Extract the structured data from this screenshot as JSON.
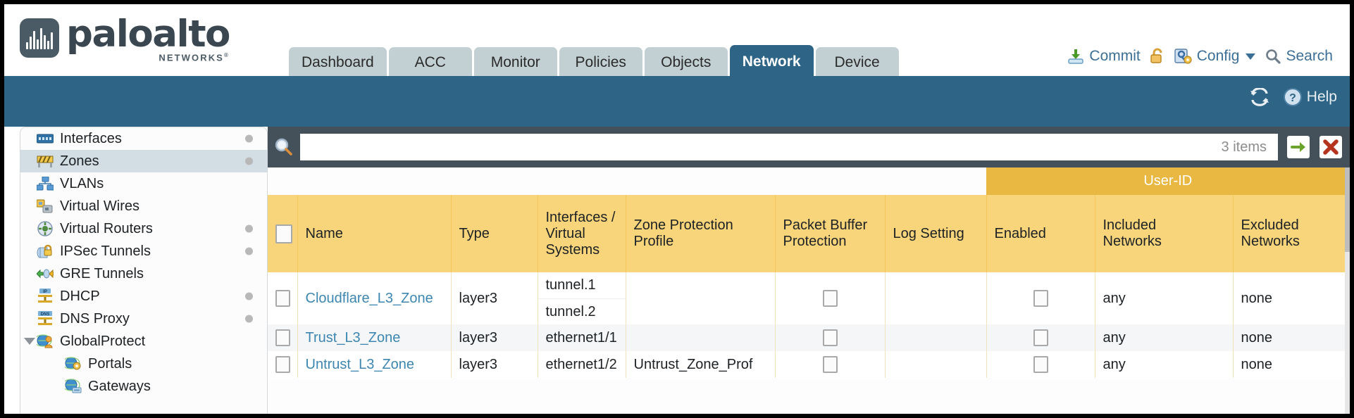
{
  "brand": {
    "name": "paloalto",
    "tagline": "NETWORKS",
    "registered": "®"
  },
  "nav": {
    "tabs": [
      {
        "label": "Dashboard",
        "active": false
      },
      {
        "label": "ACC",
        "active": false
      },
      {
        "label": "Monitor",
        "active": false
      },
      {
        "label": "Policies",
        "active": false
      },
      {
        "label": "Objects",
        "active": false
      },
      {
        "label": "Network",
        "active": true
      },
      {
        "label": "Device",
        "active": false
      }
    ]
  },
  "header_actions": {
    "commit": "Commit",
    "lock": "",
    "config": "Config",
    "search": "Search"
  },
  "blue_bar": {
    "help": "Help"
  },
  "sidebar": {
    "items": [
      {
        "label": "Interfaces",
        "icon": "interfaces-icon",
        "dot": true,
        "selected": false,
        "indent": false,
        "caret": false
      },
      {
        "label": "Zones",
        "icon": "zones-icon",
        "dot": true,
        "selected": true,
        "indent": false,
        "caret": false
      },
      {
        "label": "VLANs",
        "icon": "vlans-icon",
        "dot": false,
        "selected": false,
        "indent": false,
        "caret": false
      },
      {
        "label": "Virtual Wires",
        "icon": "virtual-wires-icon",
        "dot": false,
        "selected": false,
        "indent": false,
        "caret": false
      },
      {
        "label": "Virtual Routers",
        "icon": "virtual-routers-icon",
        "dot": true,
        "selected": false,
        "indent": false,
        "caret": false
      },
      {
        "label": "IPSec Tunnels",
        "icon": "ipsec-tunnels-icon",
        "dot": true,
        "selected": false,
        "indent": false,
        "caret": false
      },
      {
        "label": "GRE Tunnels",
        "icon": "gre-tunnels-icon",
        "dot": false,
        "selected": false,
        "indent": false,
        "caret": false
      },
      {
        "label": "DHCP",
        "icon": "dhcp-icon",
        "dot": true,
        "selected": false,
        "indent": false,
        "caret": false
      },
      {
        "label": "DNS Proxy",
        "icon": "dns-proxy-icon",
        "dot": true,
        "selected": false,
        "indent": false,
        "caret": false
      },
      {
        "label": "GlobalProtect",
        "icon": "globalprotect-icon",
        "dot": false,
        "selected": false,
        "indent": false,
        "caret": true
      },
      {
        "label": "Portals",
        "icon": "portals-icon",
        "dot": false,
        "selected": false,
        "indent": true,
        "caret": false
      },
      {
        "label": "Gateways",
        "icon": "gateways-icon",
        "dot": false,
        "selected": false,
        "indent": true,
        "caret": false
      }
    ]
  },
  "search": {
    "value": "",
    "placeholder": "",
    "items_count": "3 items",
    "apply_icon": "arrow-right-icon",
    "clear_icon": "close-x-icon"
  },
  "table": {
    "group_header": "User-ID",
    "columns": [
      "Name",
      "Type",
      "Interfaces / Virtual Systems",
      "Zone Protection Profile",
      "Packet Buffer Protection",
      "Log Setting",
      "Enabled",
      "Included Networks",
      "Excluded Networks"
    ],
    "columns_multiline": {
      "interfaces": [
        "Interfaces /",
        "Virtual",
        "Systems"
      ],
      "zone_protection": [
        "Zone Protection",
        "Profile"
      ],
      "packet_buffer": [
        "Packet Buffer",
        "Protection"
      ],
      "included": [
        "Included",
        "Networks"
      ],
      "excluded": [
        "Excluded",
        "Networks"
      ]
    },
    "rows": [
      {
        "name": "Cloudflare_L3_Zone",
        "type": "layer3",
        "interfaces": [
          "tunnel.1",
          "tunnel.2"
        ],
        "zone_protection_profile": "",
        "packet_buffer_protection": false,
        "log_setting": "",
        "userid_enabled": false,
        "included_networks": "any",
        "excluded_networks": "none"
      },
      {
        "name": "Trust_L3_Zone",
        "type": "layer3",
        "interfaces": [
          "ethernet1/1"
        ],
        "zone_protection_profile": "",
        "packet_buffer_protection": false,
        "log_setting": "",
        "userid_enabled": false,
        "included_networks": "any",
        "excluded_networks": "none"
      },
      {
        "name": "Untrust_L3_Zone",
        "type": "layer3",
        "interfaces": [
          "ethernet1/2"
        ],
        "zone_protection_profile": "Untrust_Zone_Prof",
        "packet_buffer_protection": false,
        "log_setting": "",
        "userid_enabled": false,
        "included_networks": "any",
        "excluded_networks": "none"
      }
    ]
  },
  "colors": {
    "brand_blue": "#2e6485",
    "tab_inactive": "#c3d0d3",
    "table_header": "#f8d47a",
    "group_header": "#e8b842",
    "search_bar": "#44505a",
    "link": "#3d86b0"
  }
}
